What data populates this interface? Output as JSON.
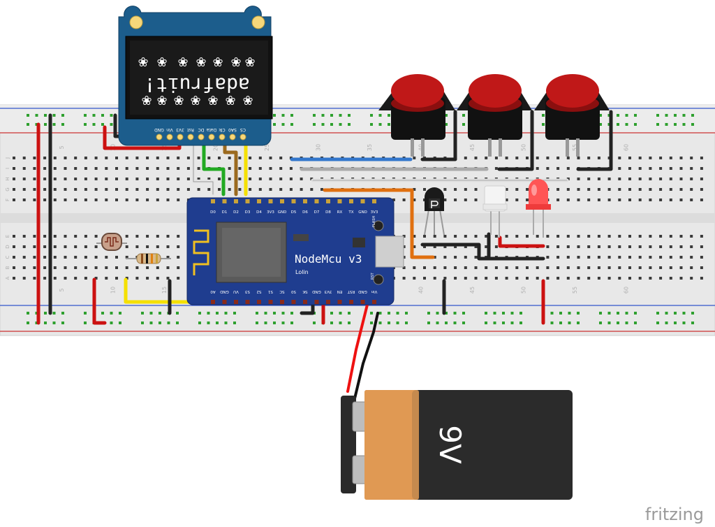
{
  "oled": {
    "brand": "adafruit!",
    "pins": [
      "GND",
      "Vin",
      "3V3",
      "Rst",
      "DC",
      "Data",
      "Clk",
      "SA0",
      "CS"
    ]
  },
  "mcu": {
    "name": "NodeMcu v3",
    "maker": "Lolin",
    "top_pins": [
      "D0",
      "D1",
      "D2",
      "D3",
      "D4",
      "3V3",
      "GND",
      "D5",
      "D6",
      "D7",
      "D8",
      "RX",
      "TX",
      "GND",
      "3V3"
    ],
    "bottom_pins": [
      "A0",
      "GND",
      "VU",
      "S3",
      "S2",
      "S1",
      "SC",
      "S0",
      "SK",
      "GND",
      "3V3",
      "EN",
      "RST",
      "GND",
      "Vin"
    ],
    "flash": "FLASH",
    "rst": "RST"
  },
  "breadboard": {
    "rows_top": [
      "J",
      "I",
      "H",
      "G",
      "F"
    ],
    "rows_bottom": [
      "E",
      "D",
      "C",
      "B",
      "A"
    ],
    "col_numbers": [
      "5",
      "10",
      "15",
      "20",
      "25",
      "30",
      "35",
      "40",
      "45",
      "50",
      "55",
      "60"
    ]
  },
  "battery": {
    "label": "9V"
  },
  "watermark": "fritzing",
  "colors": {
    "wire_red": "#cc1111",
    "wire_black": "#222222",
    "wire_yellow": "#f5e000",
    "wire_green": "#22aa22",
    "wire_blue": "#3377cc",
    "wire_gray": "#aaaaaa",
    "wire_orange": "#e07010",
    "button_red": "#c01818",
    "board_blue": "#1f3d8f",
    "oled_blue": "#1c5d8c"
  }
}
